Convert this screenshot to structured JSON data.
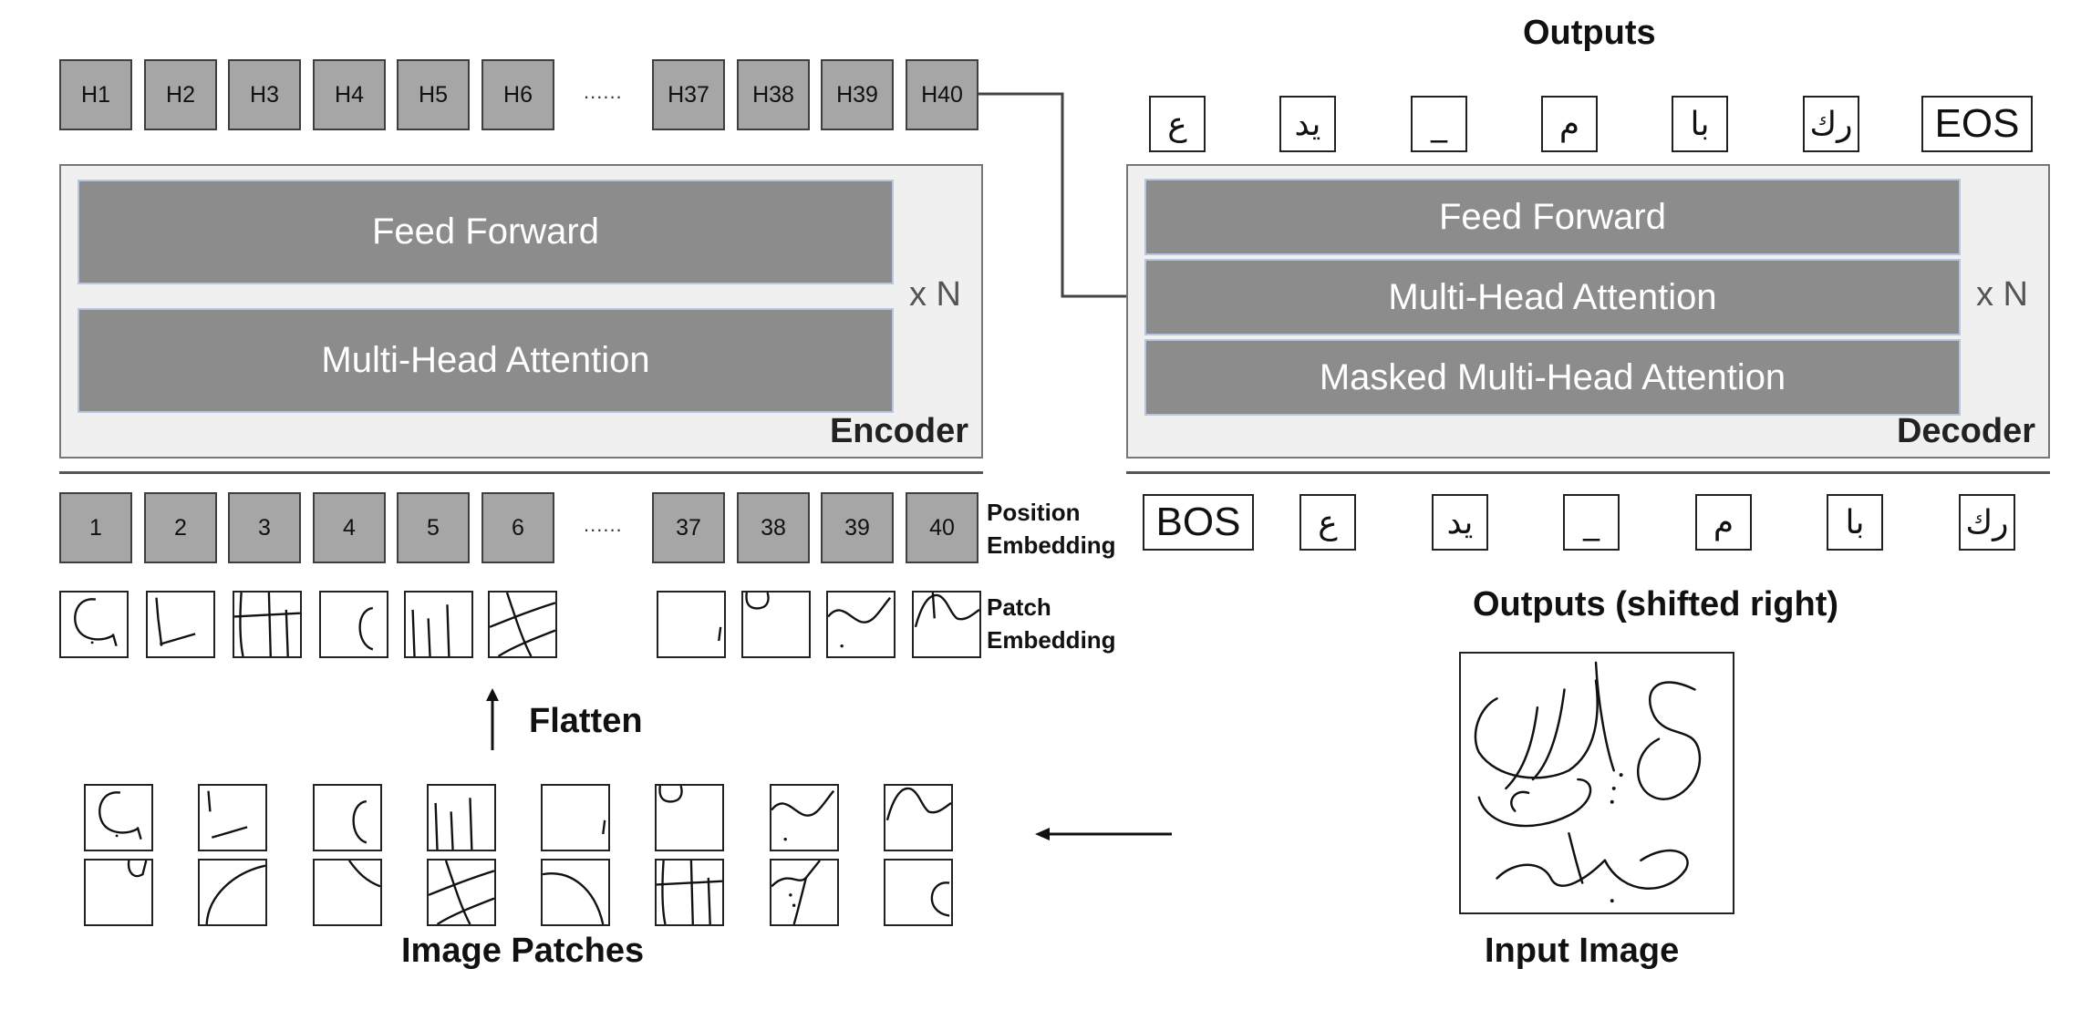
{
  "outputs_title": "Outputs",
  "encoder": {
    "title": "Encoder",
    "hidden_states": [
      "H1",
      "H2",
      "H3",
      "H4",
      "H5",
      "H6",
      "H37",
      "H38",
      "H39",
      "H40"
    ],
    "ellipsis": "......",
    "layers": [
      "Feed Forward",
      "Multi-Head Attention"
    ],
    "repeat": "x N",
    "positions": [
      "1",
      "2",
      "3",
      "4",
      "5",
      "6",
      "37",
      "38",
      "39",
      "40"
    ],
    "position_label": [
      "Position",
      "Embedding"
    ],
    "patch_label": [
      "Patch",
      "Embedding"
    ],
    "flatten_label": "Flatten",
    "image_patches_label": "Image Patches"
  },
  "decoder": {
    "title": "Decoder",
    "layers": [
      "Feed Forward",
      "Multi-Head Attention",
      "Masked Multi-Head Attention"
    ],
    "repeat": "x N",
    "output_tokens": [
      "ع",
      "يد",
      "_",
      "م",
      "با",
      "رك",
      "EOS"
    ],
    "input_tokens": [
      "BOS",
      "ع",
      "يد",
      "_",
      "م",
      "با",
      "رك"
    ],
    "shifted_label": "Outputs (shifted right)"
  },
  "input_image_label": "Input Image"
}
